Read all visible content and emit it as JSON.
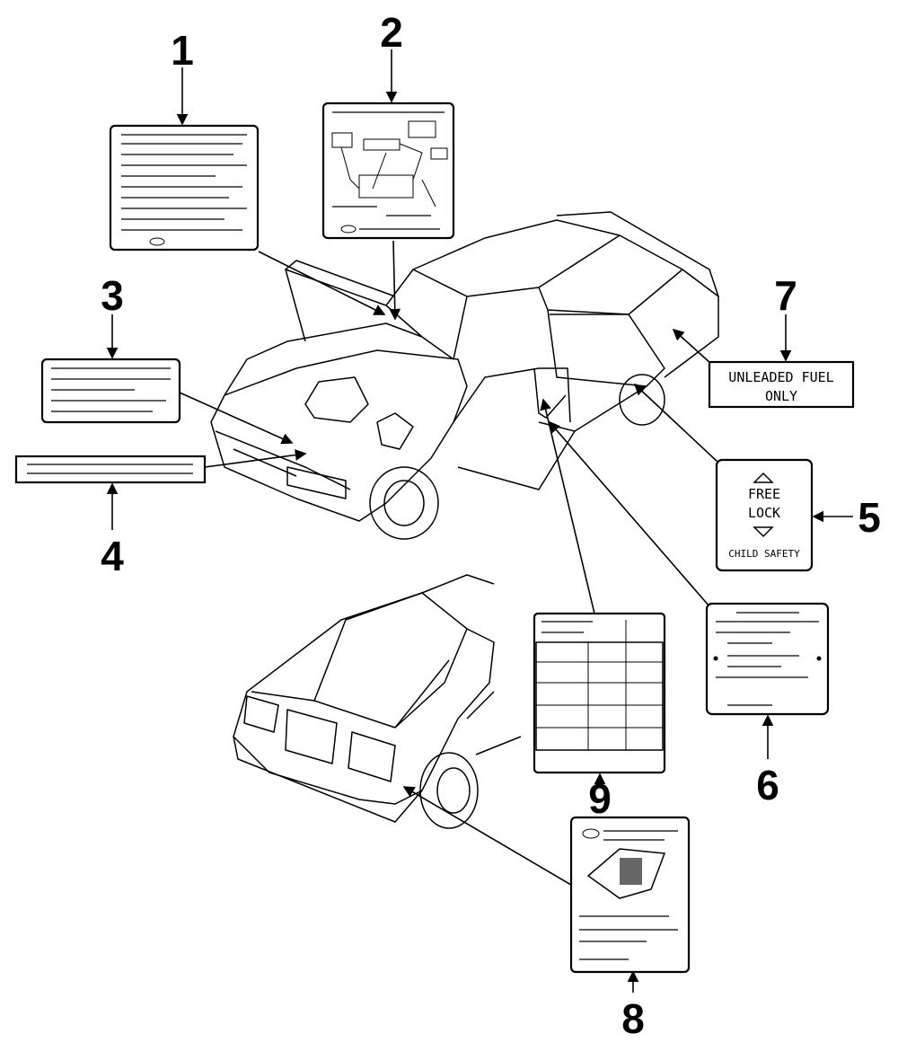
{
  "callouts": [
    {
      "number": "1"
    },
    {
      "number": "2"
    },
    {
      "number": "3"
    },
    {
      "number": "4"
    },
    {
      "number": "5"
    },
    {
      "number": "6"
    },
    {
      "number": "7"
    },
    {
      "number": "8"
    },
    {
      "number": "9"
    }
  ],
  "label5": {
    "line1": "FREE",
    "line2": "LOCK",
    "line3": "CHILD SAFETY"
  },
  "label7": {
    "line1": "UNLEADED FUEL",
    "line2": "ONLY"
  }
}
